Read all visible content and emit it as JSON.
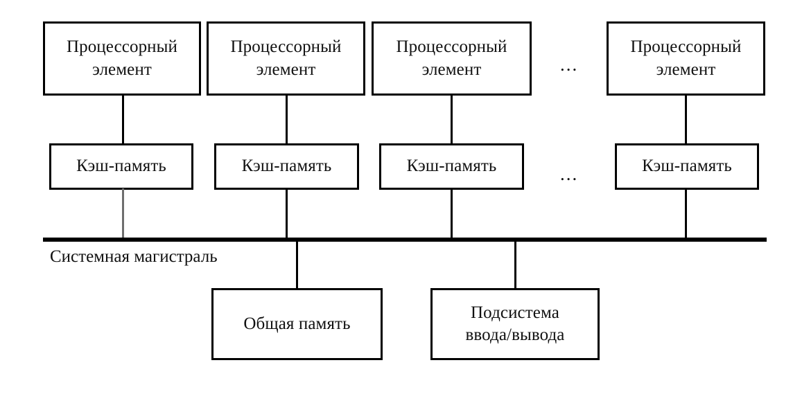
{
  "diagram": {
    "title": "Symmetric multiprocessor bus architecture",
    "colors": {
      "line": "#000000",
      "faint_line": "#6e6e6e",
      "text": "#111111",
      "background": "#ffffff"
    },
    "processing_elements": [
      {
        "label": "Процессорный\nэлемент"
      },
      {
        "label": "Процессорный\nэлемент"
      },
      {
        "label": "Процессорный\nэлемент"
      },
      {
        "label": "Процессорный\nэлемент"
      }
    ],
    "caches": [
      {
        "label": "Кэш-память"
      },
      {
        "label": "Кэш-память"
      },
      {
        "label": "Кэш-память"
      },
      {
        "label": "Кэш-память"
      }
    ],
    "ellipses": [
      {
        "label": "..."
      },
      {
        "label": "..."
      }
    ],
    "bus": {
      "label": "Системная магистраль"
    },
    "peripherals": [
      {
        "label": "Общая память"
      },
      {
        "label": "Подсистема\nввода/вывода"
      }
    ]
  }
}
